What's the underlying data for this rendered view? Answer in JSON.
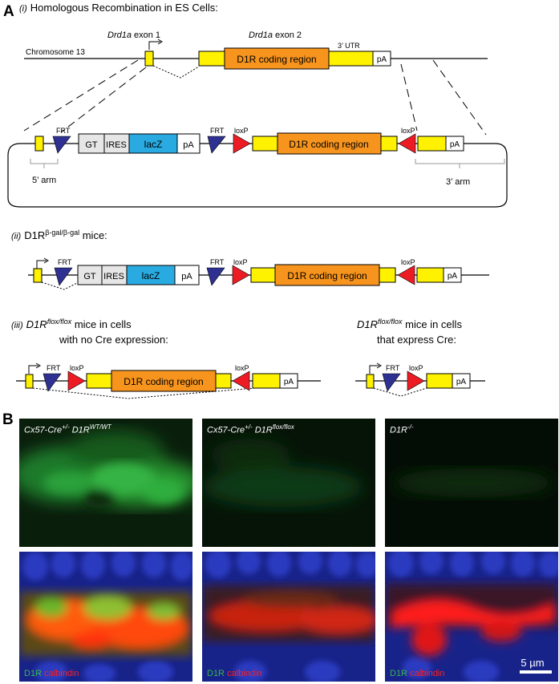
{
  "panel_a": {
    "letter": "A",
    "section_i_prefix": "(i)",
    "section_i_title": "Homologous Recombination in ES Cells:",
    "chromosome": "Chromosome 13",
    "exon1_gene": "Drd1a",
    "exon1_suffix": " exon 1",
    "exon2_gene": "Drd1a",
    "exon2_suffix": " exon 2",
    "utr": "3’ UTR",
    "coding_region": "D1R coding region",
    "pA": "pA",
    "frt": "FRT",
    "loxp": "loxP",
    "gt": "GT",
    "ires": "IRES",
    "lacz": "lacZ",
    "arm5": "5’ arm",
    "arm3": "3’ arm",
    "section_ii_prefix": "(ii)",
    "section_ii_label": "D1R",
    "section_ii_sup": "β-gal/β-gal",
    "section_ii_suffix": " mice:",
    "section_iii_prefix": "(iii)",
    "section_iii_gene": "D1R",
    "section_iii_sup": "flox/flox",
    "section_iii_line1_suffix": " mice in cells",
    "section_iii_line2": "with no Cre expression:",
    "section_iv_gene": "D1R",
    "section_iv_sup": "flox/flox",
    "section_iv_line1_suffix": " mice in cells",
    "section_iv_line2": "that express Cre:"
  },
  "panel_b": {
    "letter": "B",
    "columns": [
      {
        "gene": "Cx57-Cre",
        "gene_sup": "+/-",
        "allele": " D1R",
        "allele_sup": "WT/WT"
      },
      {
        "gene": "Cx57-Cre",
        "gene_sup": "+/-",
        "allele": " D1R",
        "allele_sup": "flox/flox"
      },
      {
        "gene": "D1R",
        "gene_sup": "-/-",
        "allele": "",
        "allele_sup": ""
      }
    ],
    "stain_green": "D1R",
    "stain_red": "calbindin",
    "scale_bar": "5 µm"
  },
  "colors": {
    "exon_yellow": "#fff200",
    "coding_orange": "#f7941d",
    "frt_blue": "#2e3192",
    "loxp_red": "#ed1c24",
    "lacz_blue": "#29abe2",
    "gt_gray": "#e6e6e6",
    "stain_green": "#39b54a",
    "stain_red": "#ff2020",
    "nuclear_blue": "#1e2fa0"
  }
}
